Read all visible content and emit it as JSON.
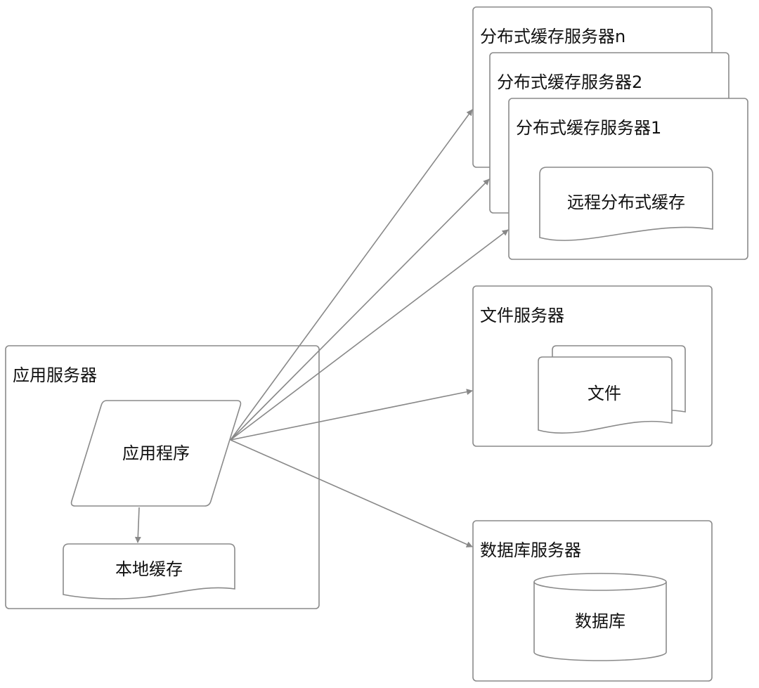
{
  "containers": {
    "app_server": "应用服务器",
    "cache_server_n": "分布式缓存服务器n",
    "cache_server_2": "分布式缓存服务器2",
    "cache_server_1": "分布式缓存服务器1",
    "file_server": "文件服务器",
    "db_server": "数据库服务器"
  },
  "nodes": {
    "application": "应用程序",
    "local_cache": "本地缓存",
    "remote_cache": "远程分布式缓存",
    "file": "文件",
    "database": "数据库"
  },
  "colors": {
    "stroke": "#8a8a8a",
    "arrow": "#888888",
    "text": "#111111",
    "background": "#ffffff"
  }
}
